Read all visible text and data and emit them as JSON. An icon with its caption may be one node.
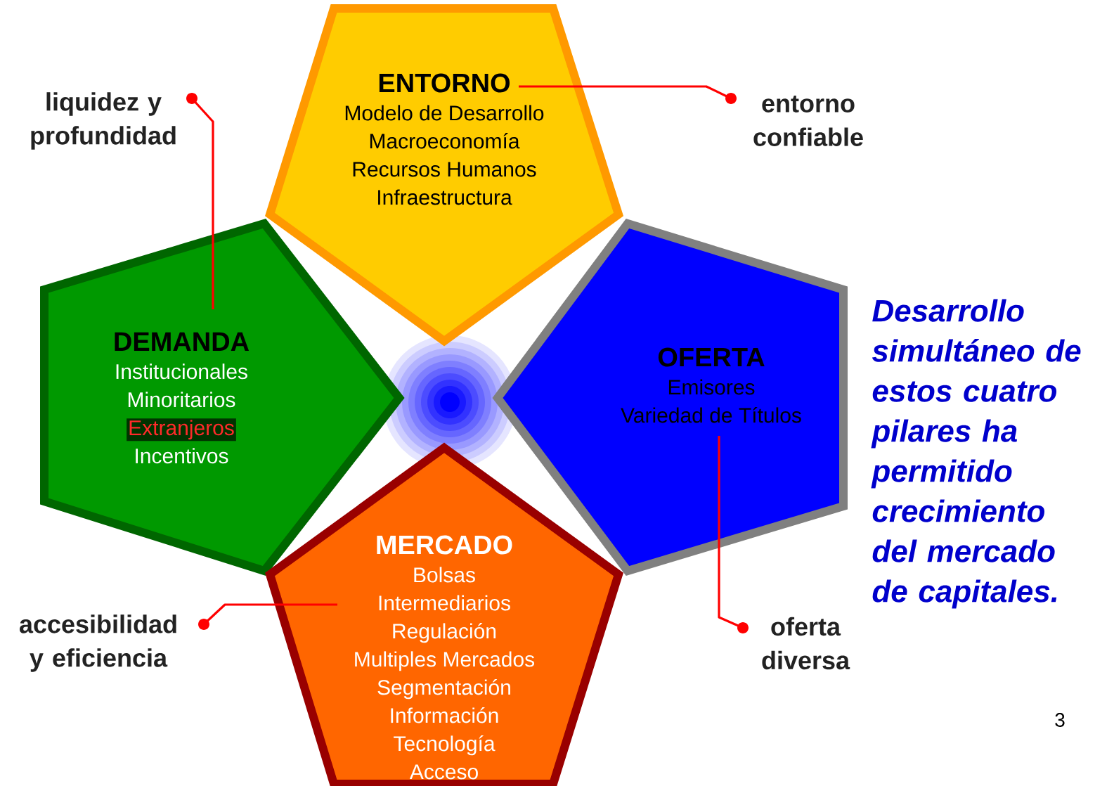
{
  "diagram": {
    "nodes": [
      {
        "text": [
          "liquidez y profundidad"
        ]
      },
      {
        "text": [
          "ENTORNO",
          "Modelo de Desarrollo",
          "Macroeconomía",
          "Recursos Humanos",
          "Infraestructura"
        ]
      },
      {
        "text": [
          "entorno confiable"
        ]
      },
      {
        "text": [
          "DEMANDA",
          "Institucionales",
          "Minoritarios",
          "Extranjeros",
          "Incentivos"
        ]
      },
      {
        "text": [
          "OFERTA",
          "Emisores",
          "Variedad de Títulos"
        ]
      },
      {
        "text": [
          "accesibilidad y eficiencia"
        ]
      },
      {
        "text": [
          "MERCADO",
          "Bolsas",
          "Intermediarios",
          "Regulación",
          "Multiples Mercados",
          "Segmentación",
          "Información",
          "Tecnología",
          "Acceso"
        ]
      },
      {
        "text": [
          "oferta diversa"
        ]
      }
    ],
    "edges": [
      {
        "from": 1,
        "to": 2,
        "arrow": "other"
      },
      {
        "from": 3,
        "to": 0,
        "arrow": "other"
      },
      {
        "from": 6,
        "to": 5,
        "arrow": "other"
      },
      {
        "from": 4,
        "to": 7,
        "arrow": "other"
      }
    ],
    "labels": [
      "Desarrollo simultáneo de estos cuatro pilares ha permitido crecimiento del mercado de capitales.",
      "3"
    ]
  }
}
